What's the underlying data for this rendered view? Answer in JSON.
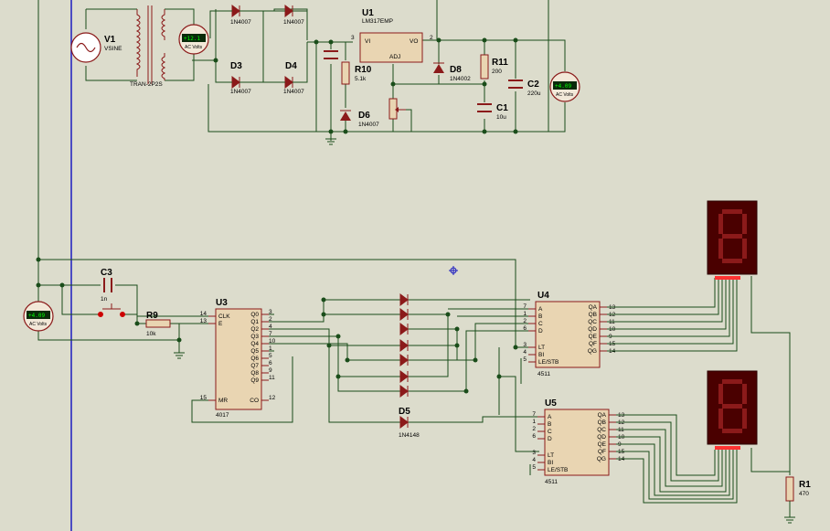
{
  "components": {
    "v1": {
      "ref": "V1",
      "value": "VSINE"
    },
    "tr": {
      "value": "TRAN-2P2S"
    },
    "bridge": {
      "d1": "1N4007",
      "d2": "1N4007",
      "d3": "D3",
      "d3v": "1N4007",
      "d4": "D4",
      "d4v": "1N4007"
    },
    "u1": {
      "ref": "U1",
      "value": "LM317EMP",
      "vi": "VI",
      "vo": "VO",
      "adj": "ADJ",
      "p3": "3",
      "p2": "2"
    },
    "r10": {
      "ref": "R10",
      "value": "5.1k"
    },
    "d6": {
      "ref": "D6",
      "value": "1N4007"
    },
    "d8": {
      "ref": "D8",
      "value": "1N4002"
    },
    "r11": {
      "ref": "R11",
      "value": "200"
    },
    "c1": {
      "ref": "C1",
      "value": "10u"
    },
    "c2": {
      "ref": "C2",
      "value": "220u"
    },
    "c3": {
      "ref": "C3",
      "value": "1n"
    },
    "r9": {
      "ref": "R9",
      "value": "10k"
    },
    "u3": {
      "ref": "U3",
      "value": "4017",
      "left": [
        {
          "num": "14",
          "name": "CLK"
        },
        {
          "num": "13",
          "name": "E"
        },
        {
          "num": "15",
          "name": "MR"
        }
      ],
      "right": [
        {
          "num": "3",
          "name": "Q0"
        },
        {
          "num": "2",
          "name": "Q1"
        },
        {
          "num": "4",
          "name": "Q2"
        },
        {
          "num": "7",
          "name": "Q3"
        },
        {
          "num": "10",
          "name": "Q4"
        },
        {
          "num": "1",
          "name": "Q5"
        },
        {
          "num": "5",
          "name": "Q6"
        },
        {
          "num": "6",
          "name": "Q7"
        },
        {
          "num": "9",
          "name": "Q8"
        },
        {
          "num": "11",
          "name": "Q9"
        },
        {
          "num": "12",
          "name": "CO"
        }
      ]
    },
    "u4": {
      "ref": "U4",
      "value": "4511",
      "left": [
        {
          "num": "7",
          "name": "A"
        },
        {
          "num": "1",
          "name": "B"
        },
        {
          "num": "2",
          "name": "C"
        },
        {
          "num": "6",
          "name": "D"
        },
        {
          "num": "3",
          "name": "LT"
        },
        {
          "num": "4",
          "name": "BI"
        },
        {
          "num": "5",
          "name": "LE/STB"
        }
      ],
      "right": [
        {
          "num": "13",
          "name": "QA"
        },
        {
          "num": "12",
          "name": "QB"
        },
        {
          "num": "11",
          "name": "QC"
        },
        {
          "num": "10",
          "name": "QD"
        },
        {
          "num": "9",
          "name": "QE"
        },
        {
          "num": "15",
          "name": "QF"
        },
        {
          "num": "14",
          "name": "QG"
        }
      ]
    },
    "u5": {
      "ref": "U5",
      "value": "4511",
      "left": [
        {
          "num": "7",
          "name": "A"
        },
        {
          "num": "1",
          "name": "B"
        },
        {
          "num": "2",
          "name": "C"
        },
        {
          "num": "6",
          "name": "D"
        },
        {
          "num": "3",
          "name": "LT"
        },
        {
          "num": "4",
          "name": "BI"
        },
        {
          "num": "5",
          "name": "LE/STB"
        }
      ],
      "right": [
        {
          "num": "13",
          "name": "QA"
        },
        {
          "num": "12",
          "name": "QB"
        },
        {
          "num": "11",
          "name": "QC"
        },
        {
          "num": "10",
          "name": "QD"
        },
        {
          "num": "9",
          "name": "QE"
        },
        {
          "num": "15",
          "name": "QF"
        },
        {
          "num": "14",
          "name": "QG"
        }
      ]
    },
    "d5": {
      "ref": "D5",
      "value": "1N4148"
    },
    "r1": {
      "ref": "R1",
      "value": "470"
    }
  },
  "meters": [
    {
      "value": "+12.1",
      "label": "AC Volts"
    },
    {
      "value": "+4.09",
      "label": "AC Volts"
    },
    {
      "value": "+4.09",
      "label": "AC Volts"
    }
  ]
}
